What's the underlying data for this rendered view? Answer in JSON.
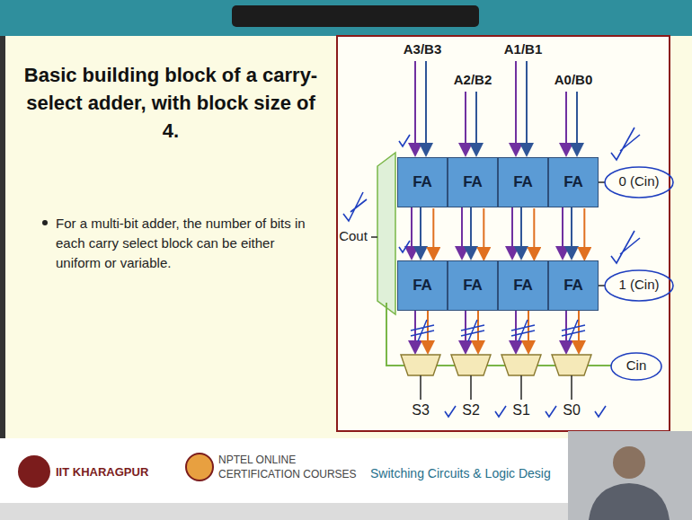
{
  "diagram": {
    "title": "Basic building block of a carry-select adder, with block size of 4.",
    "nodes": [
      {
        "text": [
          "FA"
        ]
      },
      {
        "text": [
          "FA"
        ]
      },
      {
        "text": [
          "FA"
        ]
      },
      {
        "text": [
          "FA"
        ]
      },
      {
        "text": [
          "FA"
        ]
      },
      {
        "text": [
          "FA"
        ]
      },
      {
        "text": [
          "FA"
        ]
      },
      {
        "text": [
          "FA"
        ]
      }
    ],
    "edges": [
      {
        "from": 0,
        "to": 4,
        "arrow": "to"
      },
      {
        "from": 1,
        "to": 5,
        "arrow": "to"
      },
      {
        "from": 2,
        "to": 6,
        "arrow": "to"
      },
      {
        "from": 3,
        "to": 7,
        "arrow": "to"
      }
    ],
    "labels": [
      "For a multi-bit adder, the number of bits in each carry select block can be either uniform or variable.",
      "A3/B3",
      "A2/B2",
      "A1/B1",
      "A0/B0",
      "0 (Cin)",
      "Cout",
      "1 (Cin)",
      "Cin",
      "S3",
      "S2",
      "S1",
      "S0",
      "IIT KHARAGPUR",
      "NPTEL ONLINE",
      "CERTIFICATION COURSES",
      "Switching Circuits & Logic Desig"
    ]
  }
}
